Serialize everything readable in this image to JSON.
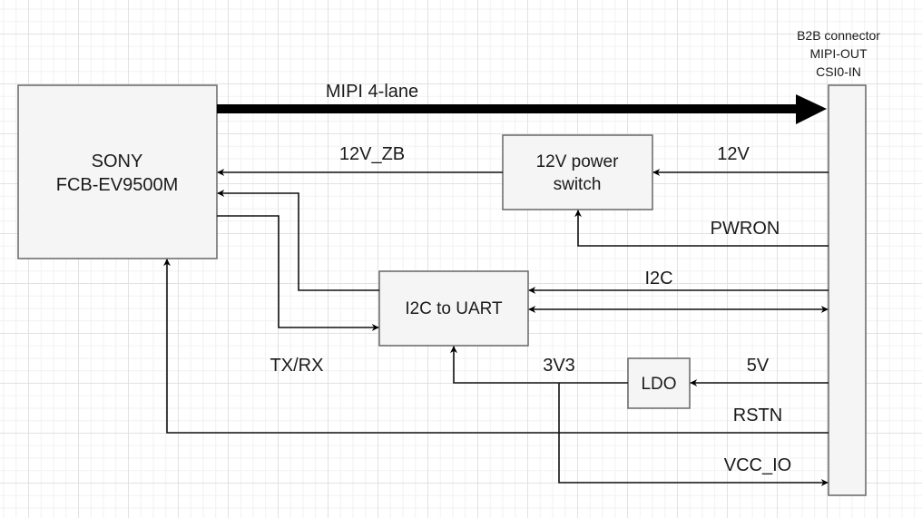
{
  "diagram": {
    "blocks": {
      "camera": {
        "line1": "SONY",
        "line2": "FCB-EV9500M"
      },
      "power_switch": {
        "line1": "12V power",
        "line2": "switch"
      },
      "i2c_uart": {
        "label": "I2C to UART"
      },
      "ldo": {
        "label": "LDO"
      },
      "connector": {
        "line1": "B2B connector",
        "line2": "MIPI-OUT",
        "line3": "CSI0-IN"
      }
    },
    "signals": {
      "mipi": "MIPI 4-lane",
      "v12_zb": "12V_ZB",
      "v12": "12V",
      "pwron": "PWRON",
      "i2c": "I2C",
      "txrx": "TX/RX",
      "v3v3": "3V3",
      "v5": "5V",
      "rstn": "RSTN",
      "vcc_io": "VCC_IO"
    }
  }
}
